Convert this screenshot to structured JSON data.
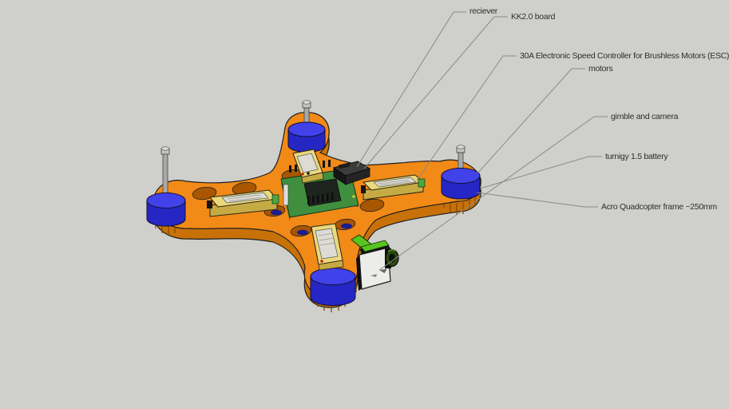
{
  "scene": {
    "description": "3D CAD viewport of an annotated quadcopter model",
    "background_color": "#cfcfcc"
  },
  "annotations": [
    {
      "id": "reciever",
      "label": "reciever"
    },
    {
      "id": "kk2-board",
      "label": "KK2.0 board"
    },
    {
      "id": "esc",
      "label": "30A Electronic Speed Controller for Brushless Motors (ESC)"
    },
    {
      "id": "motors",
      "label": "motors"
    },
    {
      "id": "gimble-camera",
      "label": "gimble and camera"
    },
    {
      "id": "battery",
      "label": "turnigy 1.5 battery"
    },
    {
      "id": "frame",
      "label": "Acro Quadcopter frame ~250mm"
    }
  ],
  "model": {
    "parts": [
      {
        "name": "quadcopter-frame",
        "color": "#f28a18"
      },
      {
        "name": "motor",
        "count": 4,
        "color": "#3636d8"
      },
      {
        "name": "motor-shaft",
        "count": 4,
        "color": "#b0b0b0"
      },
      {
        "name": "kk2-flight-controller-board",
        "color": "#3f8f3f"
      },
      {
        "name": "receiver-module",
        "color": "#2e2e2e"
      },
      {
        "name": "speed-controller-esc",
        "count": 4,
        "color": "#ead97c"
      },
      {
        "name": "gimbal-camera",
        "color": "#ececea"
      },
      {
        "name": "gimbal-bracket",
        "color": "#58c41e"
      }
    ]
  },
  "colors": {
    "frame_top": "#f28a18",
    "frame_side": "#c87108",
    "frame_hole": "#a85700",
    "motor_top": "#4242ea",
    "motor_side": "#2626c4",
    "pcb_green": "#3f8f3f",
    "esc_body": "#ead97c",
    "esc_side": "#c6ab45",
    "esc_label": "#dcdcd4",
    "camera_face": "#ececea",
    "gimbal_green": "#58c41e",
    "leader_line": "#8a8a88",
    "label_text": "#2e2e2e",
    "background": "#cfcfcc"
  }
}
